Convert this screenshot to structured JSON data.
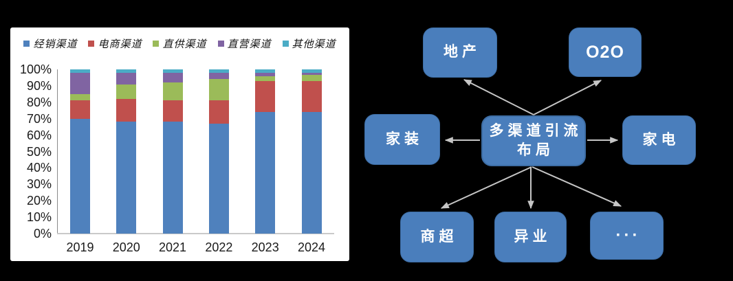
{
  "page": {
    "background": "#000000",
    "panel_background": "#ffffff"
  },
  "chart_data": {
    "type": "bar",
    "stacked": true,
    "percent": true,
    "title": "",
    "xlabel": "",
    "ylabel": "",
    "ylim": [
      0,
      100
    ],
    "ytick_step": 10,
    "ytick_labels": [
      "0%",
      "10%",
      "20%",
      "30%",
      "40%",
      "50%",
      "60%",
      "70%",
      "80%",
      "90%",
      "100%"
    ],
    "grid": false,
    "legend_position": "top",
    "categories": [
      "2019",
      "2020",
      "2021",
      "2022",
      "2023",
      "2024"
    ],
    "series": [
      {
        "id": "distribution",
        "name": "经销渠道",
        "color": "#4F81BD",
        "values": [
          70,
          68,
          68,
          67,
          74,
          74
        ]
      },
      {
        "id": "ecommerce",
        "name": "电商渠道",
        "color": "#C0504D",
        "values": [
          11,
          14,
          13,
          14,
          19,
          19
        ]
      },
      {
        "id": "direct-supply",
        "name": "直供渠道",
        "color": "#9BBB59",
        "values": [
          4,
          9,
          11,
          13,
          3,
          3.5
        ]
      },
      {
        "id": "direct-operate",
        "name": "直营渠道",
        "color": "#8064A2",
        "values": [
          13,
          7,
          6,
          4,
          2,
          1.5
        ]
      },
      {
        "id": "other",
        "name": "其他渠道",
        "color": "#4BACC6",
        "values": [
          2,
          2,
          2,
          2,
          2,
          2
        ]
      }
    ]
  },
  "diagram": {
    "node_color": "#4A7EBC",
    "node_border_color": "#3D6DA4",
    "arrow_color": "#C6C6C6",
    "center_node": {
      "id": "center",
      "label_line1": "多渠道引流",
      "label_line2": "布局"
    },
    "nodes": [
      {
        "id": "real-estate",
        "label": "地产",
        "style": "zh"
      },
      {
        "id": "o2o",
        "label": "O2O",
        "style": "latin"
      },
      {
        "id": "home-decor",
        "label": "家装",
        "style": "zh"
      },
      {
        "id": "home-appliance",
        "label": "家电",
        "style": "zh"
      },
      {
        "id": "supermarket",
        "label": "商超",
        "style": "zh"
      },
      {
        "id": "cross-industry",
        "label": "异业",
        "style": "zh"
      },
      {
        "id": "others",
        "label": "···",
        "style": "dots"
      }
    ],
    "edges": [
      {
        "from": "center",
        "to": "real-estate"
      },
      {
        "from": "center",
        "to": "o2o"
      },
      {
        "from": "center",
        "to": "home-decor"
      },
      {
        "from": "center",
        "to": "home-appliance"
      },
      {
        "from": "center",
        "to": "supermarket"
      },
      {
        "from": "center",
        "to": "cross-industry"
      },
      {
        "from": "center",
        "to": "others"
      }
    ]
  }
}
